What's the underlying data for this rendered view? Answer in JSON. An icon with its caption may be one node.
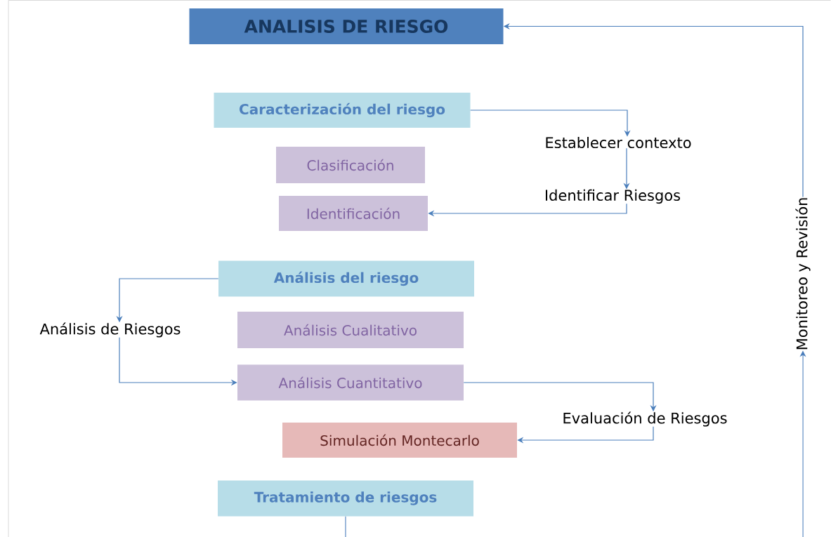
{
  "diagram": {
    "nodes": [
      {
        "text": [
          "ANALISIS DE RIESGO"
        ]
      },
      {
        "text": [
          "Caracterización del riesgo"
        ]
      },
      {
        "text": [
          "Establecer contexto"
        ]
      },
      {
        "text": [
          "Clasificación"
        ]
      },
      {
        "text": [
          "Identificar Riesgos"
        ]
      },
      {
        "text": [
          "Identificación"
        ]
      },
      {
        "text": [
          "Análisis del riesgo"
        ]
      },
      {
        "text": [
          "Análisis de Riesgos"
        ]
      },
      {
        "text": [
          "Análisis Cualitativo"
        ]
      },
      {
        "text": [
          "Análisis Cuantitativo"
        ]
      },
      {
        "text": [
          "Evaluación de Riesgos"
        ]
      },
      {
        "text": [
          "Simulación Montecarlo"
        ]
      },
      {
        "text": [
          "Tratamiento de riesgos"
        ]
      },
      {
        "text": [
          "Monitoreo y Revisión"
        ]
      }
    ],
    "edges": [
      {
        "from": 1,
        "to": 2,
        "arrow": "to"
      },
      {
        "from": 2,
        "to": 4,
        "arrow": "to"
      },
      {
        "from": 4,
        "to": 5,
        "arrow": "to"
      },
      {
        "from": 6,
        "to": 7,
        "arrow": "to"
      },
      {
        "from": 7,
        "to": 9,
        "arrow": "to"
      },
      {
        "from": 9,
        "to": 10,
        "arrow": "to"
      },
      {
        "from": 10,
        "to": 11,
        "arrow": "to"
      },
      {
        "from": 12,
        "to": null,
        "arrow": "none"
      },
      {
        "from": null,
        "to": 13,
        "arrow": "to"
      },
      {
        "from": 13,
        "to": 0,
        "arrow": "to"
      }
    ]
  }
}
